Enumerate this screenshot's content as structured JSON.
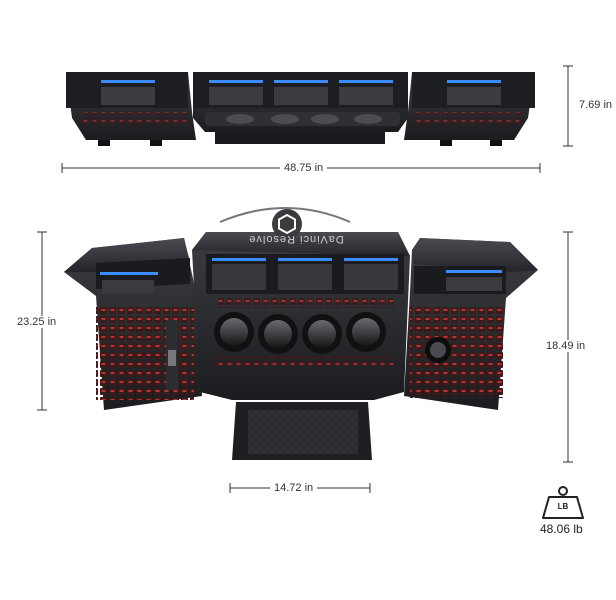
{
  "dimensions": {
    "top_height": "7.69 in",
    "top_width": "48.75 in",
    "left_height": "23.25 in",
    "right_height": "18.49 in",
    "keyboard_width": "14.72 in"
  },
  "weight": {
    "badge": "LB",
    "value": "48.06 lb"
  },
  "panel_brand": "DaVinci Resolve",
  "icons": {
    "weight": "weight-icon",
    "logo": "resolve-logo-icon"
  },
  "colors": {
    "panel_body": "#2a2b2e",
    "panel_dark": "#141518",
    "screen_blue": "#3a8cff",
    "key_red": "#c0302c",
    "dim_line": "#333333"
  }
}
